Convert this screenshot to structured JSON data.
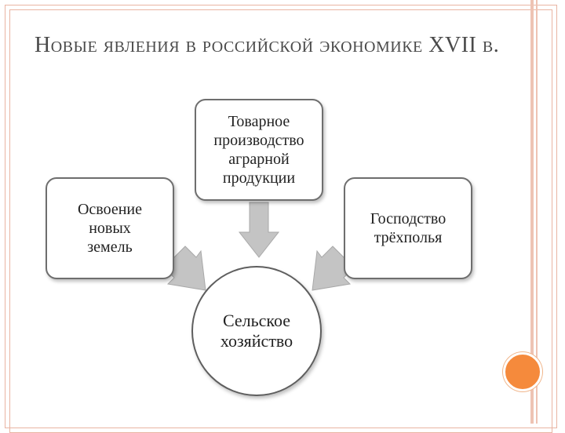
{
  "slide": {
    "title": "Новые явления в российской экономике XVII в."
  },
  "diagram": {
    "top_box": "Товарное\nпроизводство\nаграрной\nпродукции",
    "left_box": "Освоение\nновых\nземель",
    "right_box": "Господство\nтрёхполья",
    "center": "Сельское\nхозяйство"
  },
  "colors": {
    "frame": "#e9b4a2",
    "accent": "#f58a3c",
    "arrow": "#bdbdbd"
  }
}
